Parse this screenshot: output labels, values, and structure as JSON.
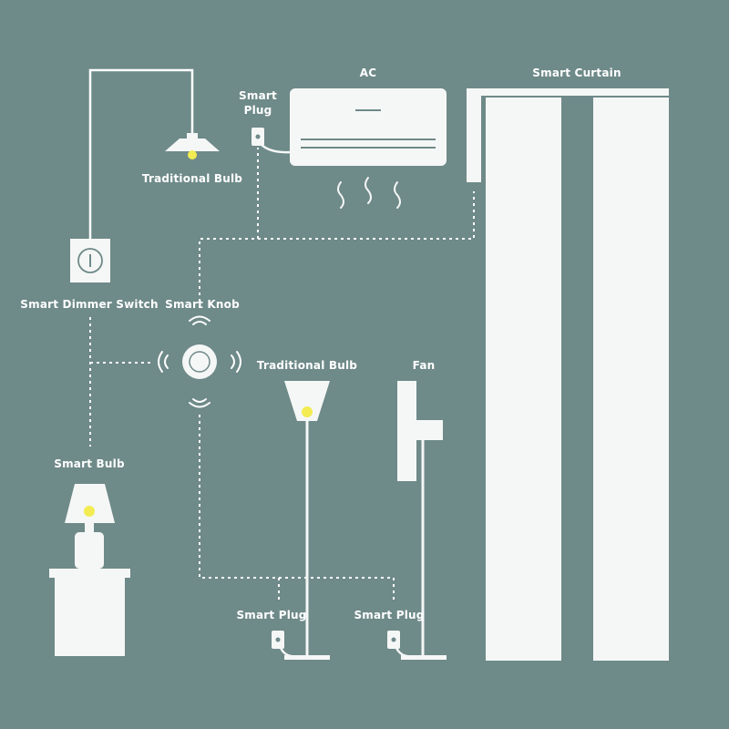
{
  "colors": {
    "background": "#6e8a89",
    "device": "#f5f7f6",
    "bulb": "#f2ec52",
    "line": "#ffffff"
  },
  "labels": {
    "ac": "AC",
    "smart_curtain": "Smart Curtain",
    "smart_plug_ac_line1": "Smart",
    "smart_plug_ac_line2": "Plug",
    "traditional_bulb_ceiling": "Traditional Bulb",
    "smart_dimmer_switch": "Smart Dimmer Switch",
    "smart_knob": "Smart Knob",
    "traditional_bulb_floor": "Traditional Bulb",
    "fan": "Fan",
    "smart_bulb": "Smart Bulb",
    "smart_plug_lamp": "Smart Plug",
    "smart_plug_fan": "Smart Plug"
  },
  "icons": {
    "ceiling_lamp": "ceiling-lamp-icon",
    "air_conditioner": "air-conditioner-icon",
    "curtain": "curtain-icon",
    "dimmer_switch": "dimmer-switch-icon",
    "knob": "smart-knob-icon",
    "floor_lamp": "floor-lamp-icon",
    "fan": "fan-icon",
    "table_lamp": "table-lamp-icon",
    "plug": "plug-icon"
  }
}
